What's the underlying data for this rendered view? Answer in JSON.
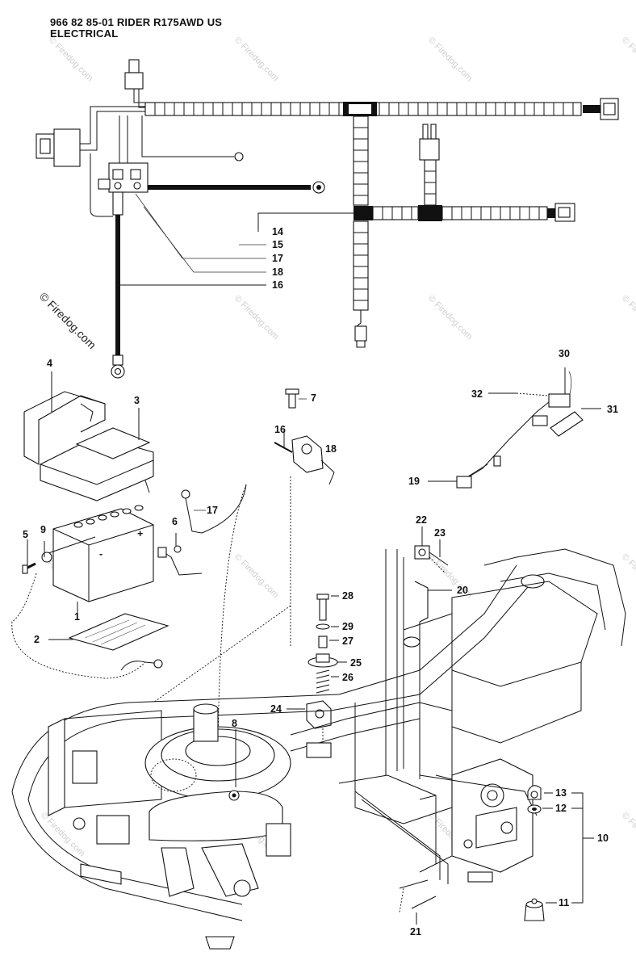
{
  "header": {
    "line1": "966 82 85-01 RIDER R175AWD US",
    "line2": "ELECTRICAL"
  },
  "watermark": {
    "text": "© Firedog.com",
    "short": "© Firedog.com"
  },
  "callouts": [
    {
      "id": "1",
      "text": "1"
    },
    {
      "id": "2",
      "text": "2"
    },
    {
      "id": "3",
      "text": "3"
    },
    {
      "id": "4",
      "text": "4"
    },
    {
      "id": "5",
      "text": "5"
    },
    {
      "id": "6",
      "text": "6"
    },
    {
      "id": "7",
      "text": "7"
    },
    {
      "id": "8",
      "text": "8"
    },
    {
      "id": "9",
      "text": "9"
    },
    {
      "id": "10",
      "text": "10"
    },
    {
      "id": "11",
      "text": "11"
    },
    {
      "id": "12",
      "text": "12"
    },
    {
      "id": "13",
      "text": "13"
    },
    {
      "id": "14",
      "text": "14"
    },
    {
      "id": "15",
      "text": "15"
    },
    {
      "id": "16a",
      "text": "16"
    },
    {
      "id": "16b",
      "text": "16"
    },
    {
      "id": "17a",
      "text": "17"
    },
    {
      "id": "17b",
      "text": "17"
    },
    {
      "id": "18a",
      "text": "18"
    },
    {
      "id": "18b",
      "text": "18"
    },
    {
      "id": "19",
      "text": "19"
    },
    {
      "id": "20",
      "text": "20"
    },
    {
      "id": "21",
      "text": "21"
    },
    {
      "id": "22",
      "text": "22"
    },
    {
      "id": "23",
      "text": "23"
    },
    {
      "id": "24",
      "text": "24"
    },
    {
      "id": "25",
      "text": "25"
    },
    {
      "id": "26",
      "text": "26"
    },
    {
      "id": "27",
      "text": "27"
    },
    {
      "id": "28",
      "text": "28"
    },
    {
      "id": "29",
      "text": "29"
    },
    {
      "id": "30",
      "text": "30"
    },
    {
      "id": "31",
      "text": "31"
    },
    {
      "id": "32",
      "text": "32"
    }
  ],
  "battery_polarity": {
    "plus": "+",
    "minus": "-"
  }
}
